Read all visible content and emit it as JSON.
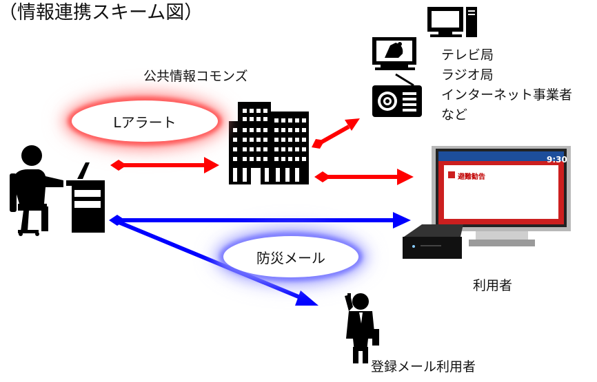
{
  "title": "（情報連携スキーム図）",
  "commons_label": "公共情報コモンズ",
  "media_labels": [
    "テレビ局",
    "ラジオ局",
    "インターネット事業者",
    "など"
  ],
  "lalert_label": "Lアラート",
  "bousai_mail_label": "防災メール",
  "user_label": "利用者",
  "registered_user_label": "登録メール利用者",
  "tv_screen": {
    "time": "9:30",
    "headline": "避難勧告"
  },
  "colors": {
    "lalert_arrow": "#ff0000",
    "mail_arrow": "#0000ff",
    "tv_red": "#cc1f1f",
    "tv_header": "#1d4e9b"
  },
  "icons": [
    "office-worker-icon",
    "office-building-icon",
    "monitor-icon",
    "tv-broadcast-icon",
    "radio-icon",
    "television-icon",
    "set-top-box-icon",
    "businessman-phone-icon"
  ]
}
